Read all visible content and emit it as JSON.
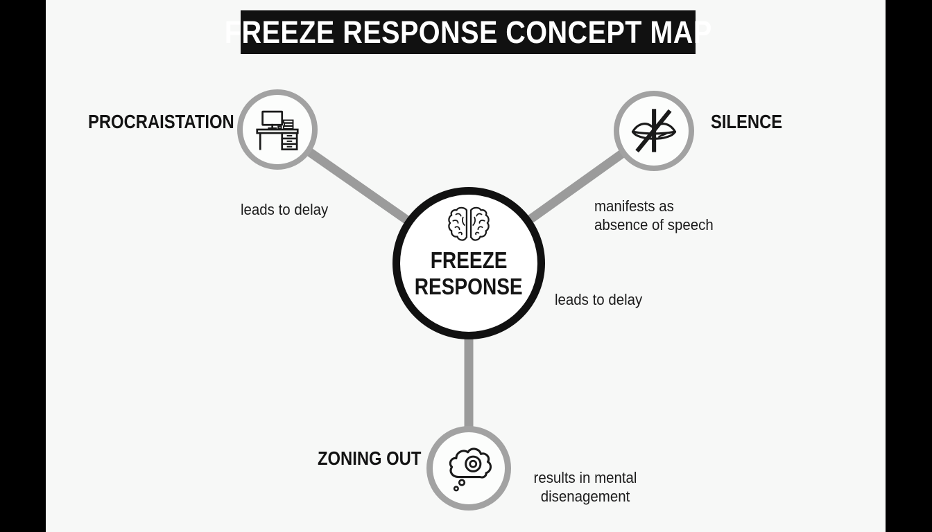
{
  "title": "FREEZE RESPONSE CONCEPT MAP",
  "center_node": {
    "icon": "brain-icon",
    "label_line1": "FREEZE",
    "label_line2": "RESPONSE"
  },
  "nodes": {
    "procrastination": {
      "label": "PROCRAISTATION",
      "icon": "desk-computer-icon"
    },
    "silence": {
      "label": "SILENCE",
      "icon": "no-speech-lips-icon"
    },
    "zoning_out": {
      "label": "ZONING OUT",
      "icon": "daydream-cloud-icon"
    }
  },
  "edge_labels": {
    "procrastination": "leads to delay",
    "silence_line1": "manifests as",
    "silence_line2": "absence of speech",
    "center_right": "leads to delay",
    "zoning_line1": "results in mental",
    "zoning_line2": "disenagement"
  },
  "colors": {
    "letterbox": "#000000",
    "background": "#f7f8f7",
    "title_background": "#111111",
    "title_text": "#ffffff",
    "center_node_border": "#111111",
    "satellite_node_border": "#a2a2a2",
    "connector": "#9b9b9b",
    "text": "#161616"
  }
}
